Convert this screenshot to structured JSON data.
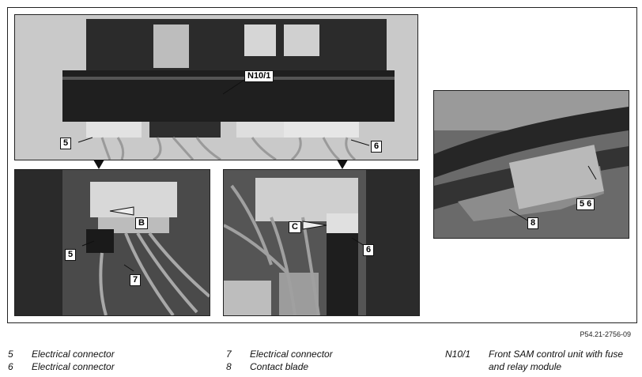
{
  "callouts": {
    "n10_1": "N10/1",
    "top_5": "5",
    "top_6": "6",
    "left_b": "B",
    "left_5": "5",
    "left_7": "7",
    "mid_c": "C",
    "mid_6": "6",
    "right_5_6": "5 6",
    "right_8": "8"
  },
  "reference": "P54.21-2756-09",
  "legend": [
    {
      "num": "5",
      "text": "Electrical connector"
    },
    {
      "num": "6",
      "text": "Electrical connector"
    },
    {
      "num": "7",
      "text": "Electrical connector"
    },
    {
      "num": "8",
      "text": "Contact blade"
    },
    {
      "num": "N10/1",
      "text": "Front SAM control unit with fuse and relay module"
    }
  ],
  "colors": {
    "photo_dark": "#3a3a3a",
    "photo_mid": "#8a8a8a",
    "photo_light": "#cfcfcf",
    "frame": "#222222"
  }
}
